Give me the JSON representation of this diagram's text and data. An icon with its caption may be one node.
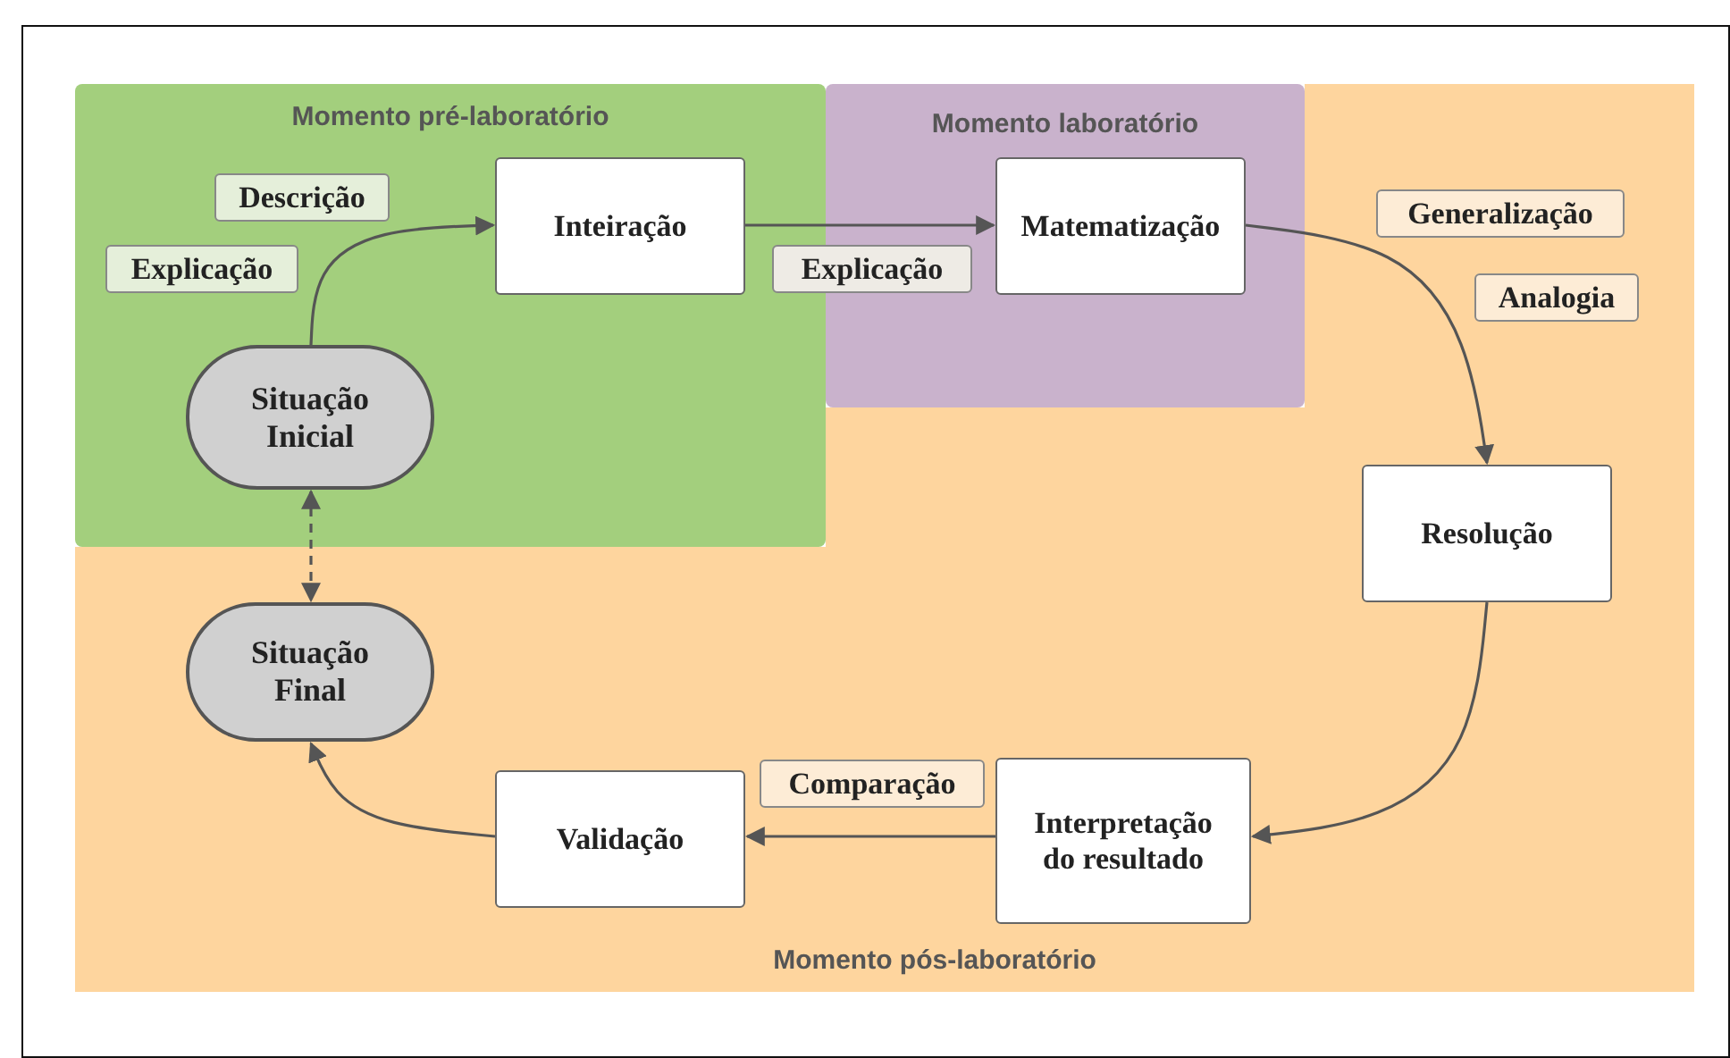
{
  "diagram": {
    "nodes": [
      {
        "text": [
          "Momento pré-laboratório"
        ]
      },
      {
        "text": [
          "Descrição"
        ],
        "in": 0
      },
      {
        "text": [
          "Explicação"
        ],
        "in": 0
      },
      {
        "text": [
          "Inteiração"
        ],
        "in": 0
      },
      {
        "text": [
          "Situação Inicial"
        ],
        "in": 0
      },
      {
        "text": [
          "Momento laboratório"
        ]
      },
      {
        "text": [
          "Matematização"
        ],
        "in": 5
      },
      {
        "text": [
          "Explicação"
        ]
      },
      {
        "text": [
          "Momento pós-laboratório"
        ]
      },
      {
        "text": [
          "Generalização"
        ],
        "in": 8
      },
      {
        "text": [
          "Analogia"
        ],
        "in": 8
      },
      {
        "text": [
          "Resolução"
        ],
        "in": 8
      },
      {
        "text": [
          "Situação Final"
        ],
        "in": 8
      },
      {
        "text": [
          "Comparação"
        ],
        "in": 8
      },
      {
        "text": [
          "Validação"
        ],
        "in": 8
      },
      {
        "text": [
          "Interpretação do resultado"
        ],
        "in": 8
      }
    ],
    "edges": [
      {
        "from": 4,
        "to": 3,
        "arrow": "to"
      },
      {
        "from": 3,
        "to": 6,
        "arrow": "to"
      },
      {
        "from": 6,
        "to": 11,
        "arrow": "to"
      },
      {
        "from": 11,
        "to": 15,
        "arrow": "to"
      },
      {
        "from": 15,
        "to": 14,
        "arrow": "to"
      },
      {
        "from": 14,
        "to": 12,
        "arrow": "to"
      },
      {
        "from": 4,
        "to": 12,
        "arrow": "both",
        "style": "dashed"
      }
    ]
  }
}
